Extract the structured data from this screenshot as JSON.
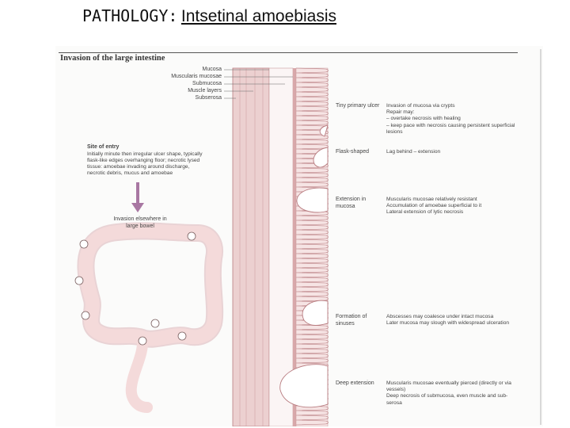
{
  "slide": {
    "title_prefix": "PATHOLOGY:",
    "title_main": "Intsetinal amoebiasis"
  },
  "figure": {
    "heading": "Invasion of the large intestine",
    "layers": [
      "Mucosa",
      "Muscularis mucosae",
      "Submucosa",
      "Muscle layers",
      "Subserosa"
    ],
    "site_of_entry": {
      "title": "Site of entry",
      "text": "Initially minute then irregular ulcer shape, typically flask-like edges overhanging floor; necrotic lysed tissue: amoebae invading around discharge, necrotic debris, mucus and amoebae"
    },
    "arrow_label": "Invasion elsewhere in large bowel",
    "stages": [
      {
        "name": "Tiny primary ulcer",
        "desc": "Invasion of mucosa via crypts\nRepair may:\n– overtake necrosis with healing\n– keep pace with necrosis causing persistent superficial lesions"
      },
      {
        "name": "Flask-shaped",
        "desc": "Lag behind – extension"
      },
      {
        "name": "Extension in mucosa",
        "desc": "Muscularis mucosae relatively resistant\nAccumulation of amoebae superficial to it\nLateral extension of lytic necrosis"
      },
      {
        "name": "Formation of sinuses",
        "desc": "Abscesses may coalesce under intact mucosa\nLater mucosa may slough with widespread ulceration"
      },
      {
        "name": "Deep extension",
        "desc": "Muscularis mucosae eventually pierced (directly or via vessels)\nDeep necrosis of submucosa, even muscle and sub-serosa"
      }
    ]
  },
  "colors": {
    "tissue_fill": "#f4dada",
    "tissue_stroke": "#b87c80",
    "arrow": "#a877a2",
    "text": "#444444"
  }
}
